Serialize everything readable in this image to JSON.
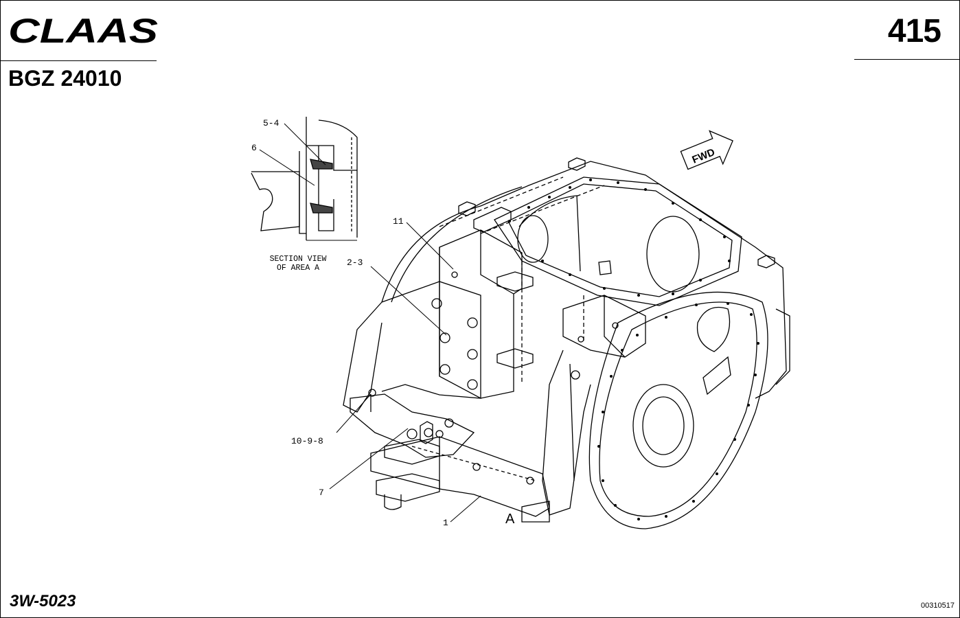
{
  "header": {
    "brand": "CLAAS",
    "page_number": "415",
    "group_code": "BGZ 24010"
  },
  "footer": {
    "drawing_code": "3W-5023",
    "document_number": "00310517"
  },
  "diagram": {
    "section_title_line1": "SECTION VIEW",
    "section_title_line2": "OF AREA A",
    "fwd_label": "FWD",
    "area_label": "A",
    "callouts": [
      "5-4",
      "6",
      "11",
      "2-3",
      "10-9-8",
      "7",
      "1"
    ]
  }
}
